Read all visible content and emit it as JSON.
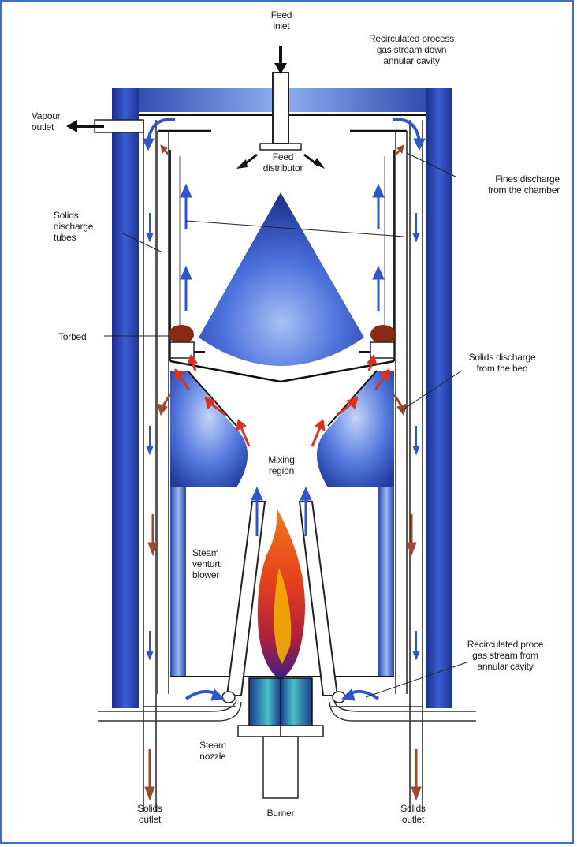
{
  "labels": {
    "feed_inlet": "Feed\ninlet",
    "recirc_down": "Recirculated process\ngas stream down\nannular cavity",
    "vapour_outlet": "Vapour\noutlet",
    "feed_distributor": "Feed\ndistributor",
    "fines_discharge": "Fines discharge\nfrom the chamber",
    "solids_discharge_tubes": "Solids\ndischarge\ntubes",
    "torbed": "Torbed",
    "solids_discharge_bed": "Solids discharge\nfrom the bed",
    "mixing_region": "Mixing\nregion",
    "steam_venturi": "Steam\nventurti\nblower",
    "recirc_from_cavity": "Recirculated proce\ngas stream from\nannular cavity",
    "steam_nozzle": "Steam\nnozzle",
    "solids_outlet_left": "Solids\noutlet",
    "burner": "Burner",
    "solids_outlet_right": "Solids\noutlet"
  },
  "colors": {
    "vessel_blue": "#1f3fa6",
    "vessel_light": "#7fa3f0",
    "gas_arrow": "#2f55c8",
    "hot_arrow": "#d8321f",
    "solids_arrow": "#9a4a2e",
    "flame_outer": "#e8421a",
    "flame_inner": "#f5b800",
    "burner_teal": "#3fb3b8",
    "frame_border": "#3f6fc4"
  }
}
